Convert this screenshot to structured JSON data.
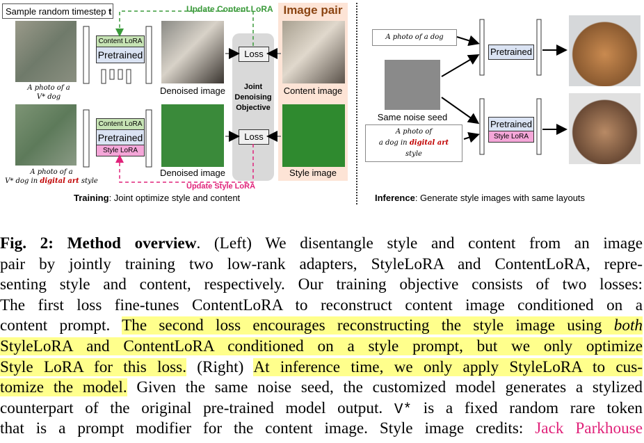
{
  "figure": {
    "sample_label": "Sample random timestep",
    "sample_t": "t",
    "update_content": "Update Content LoRA",
    "update_style": "Update Style LoRA",
    "image_pair": "Image pair",
    "content_lora": "Content LoRA",
    "pretrained": "Pretrained",
    "style_lora": "Style LoRA",
    "loss": "Loss",
    "joint1": "Joint",
    "joint2": "Denoising",
    "joint3": "Objective",
    "denoised": "Denoised image",
    "content_image": "Content image",
    "style_image": "Style image",
    "prompt_top_1": "A photo of a",
    "prompt_top_2": "V* dog",
    "prompt_bot_1": "A photo of a",
    "prompt_bot_2a": "V* dog in ",
    "prompt_bot_2b": "digital art",
    "prompt_bot_2c": " style",
    "training_bold": "Training",
    "training_rest": ": Joint optimize style and content",
    "inf_prompt1": "A photo of a dog",
    "inf_prompt2_1": "A photo of",
    "inf_prompt2_2a": "a dog in ",
    "inf_prompt2_2b": "digital art",
    "inf_prompt2_3": "style",
    "same_noise": "Same noise seed",
    "inference_bold": "Inference",
    "inference_rest": ": Generate style images with same layouts",
    "colors": {
      "content_lora": "#c6e3b4",
      "style_lora": "#f4a6d8",
      "pretrained": "#dae3f3",
      "pair_bg": "#fde4d6",
      "green_dash": "#3a9a3a",
      "pink_dash": "#e0237a"
    }
  },
  "caption": {
    "fig": "Fig. 2:",
    "title": "Method overview",
    "l1": ". (Left) We disentangle style and content from an image",
    "l2": "pair by jointly training two low-rank adapters, StyleLoRA and ContentLoRA, repre-",
    "l3": "senting style and content, respectively. Our training objective consists of two losses:",
    "l4": "The first loss fine-tunes ContentLoRA to reconstruct content image conditioned on a",
    "l5a": "content prompt. ",
    "l5b": "The second loss encourages reconstructing the style image using ",
    "l5c": "both",
    "l6": "StyleLoRA and ContentLoRA conditioned on a style prompt, but we only optimize",
    "l7a": "Style LoRA for this loss.",
    "l7b": " (Right) ",
    "l7c": "At inference time, we only apply StyleLoRA to cus-",
    "l8a": "tomize the model.",
    "l8b": " Given the same noise seed, the customized model generates a stylized",
    "l9a": "counterpart of the original pre-trained model output. ",
    "l9b": "V*",
    "l9c": " is a fixed random rare token",
    "l10a": "that is a prompt modifier for the content image. Style image credits: ",
    "l10b": "Jack Parkhouse"
  }
}
